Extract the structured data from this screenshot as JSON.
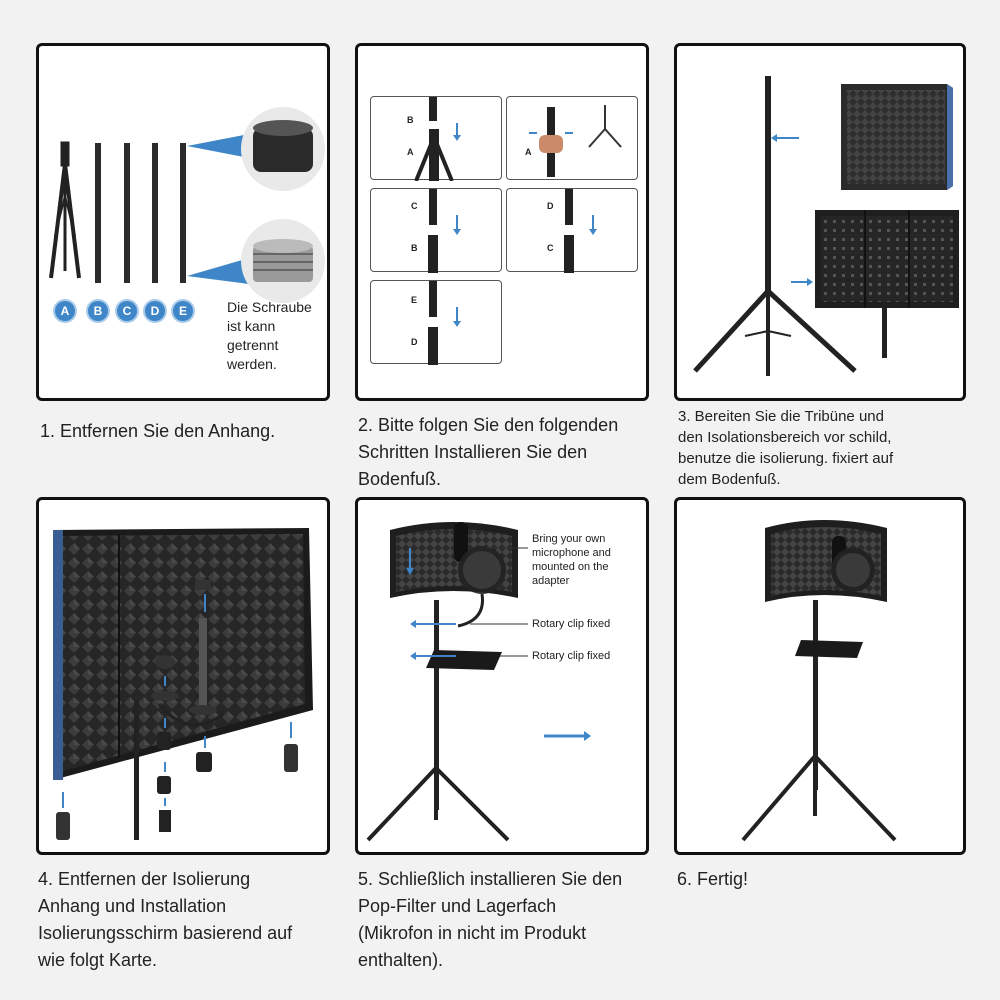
{
  "panel1": {
    "letters": [
      "A",
      "B",
      "C",
      "D",
      "E"
    ],
    "note": [
      "Die Schraube",
      "ist kann",
      "getrennt",
      "werden."
    ],
    "caption": "1. Entfernen Sie den Anhang."
  },
  "panel2": {
    "labels": {
      "b1": "B",
      "a1": "A",
      "a2": "A",
      "c1": "C",
      "b2": "B",
      "d1": "D",
      "c2": "C",
      "e1": "E",
      "d2": "D"
    },
    "caption": [
      "2. Bitte folgen Sie den folgenden",
      "Schritten Installieren Sie den",
      "Bodenfuß."
    ]
  },
  "panel3": {
    "caption": [
      "3. Bereiten Sie die Tribüne und",
      "den Isolationsbereich vor schild,",
      "benutze die isolierung. fixiert auf",
      " dem Bodenfuß."
    ]
  },
  "panel4": {
    "caption": [
      "4. Entfernen der Isolierung",
      "Anhang und Installation",
      "Isolierungsschirm basierend auf",
      "wie folgt Karte."
    ]
  },
  "panel5": {
    "annotations": {
      "mic": [
        "Bring your own",
        "microphone and",
        "mounted on the",
        "adapter"
      ],
      "clip1": "Rotary clip fixed",
      "clip2": "Rotary clip fixed"
    },
    "caption": [
      "5. Schließlich installieren Sie den",
      "Pop-Filter und Lagerfach",
      "(Mikrofon in nicht im Produkt",
      "enthalten)."
    ]
  },
  "panel6": {
    "caption": "6. Fertig!"
  },
  "colors": {
    "accent": "#3e86c8",
    "foam": "#2b2b2b",
    "frame": "#111111"
  }
}
